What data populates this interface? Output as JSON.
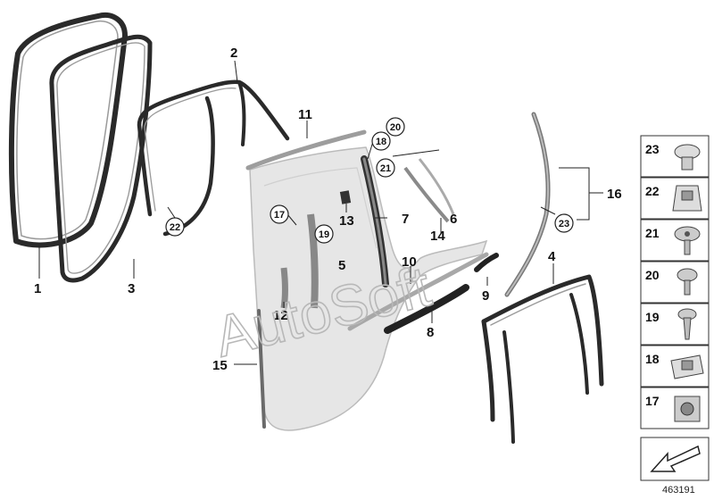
{
  "callouts": [
    {
      "id": "1",
      "label": "1"
    },
    {
      "id": "2",
      "label": "2"
    },
    {
      "id": "3",
      "label": "3"
    },
    {
      "id": "4",
      "label": "4"
    },
    {
      "id": "5",
      "label": "5"
    },
    {
      "id": "6",
      "label": "6"
    },
    {
      "id": "7",
      "label": "7"
    },
    {
      "id": "8",
      "label": "8"
    },
    {
      "id": "9",
      "label": "9"
    },
    {
      "id": "10",
      "label": "10"
    },
    {
      "id": "11",
      "label": "11"
    },
    {
      "id": "12",
      "label": "12"
    },
    {
      "id": "13",
      "label": "13"
    },
    {
      "id": "14",
      "label": "14"
    },
    {
      "id": "15",
      "label": "15"
    },
    {
      "id": "16",
      "label": "16"
    }
  ],
  "circled": [
    {
      "id": "c20",
      "label": "20"
    },
    {
      "id": "c18",
      "label": "18"
    },
    {
      "id": "c21",
      "label": "21"
    },
    {
      "id": "c17",
      "label": "17"
    },
    {
      "id": "c19",
      "label": "19"
    },
    {
      "id": "c22",
      "label": "22"
    },
    {
      "id": "c23",
      "label": "23"
    }
  ],
  "fastener_panel": [
    {
      "id": "p23",
      "label": "23",
      "icon": "clip-icon"
    },
    {
      "id": "p22",
      "label": "22",
      "icon": "nut-clip-icon"
    },
    {
      "id": "p21",
      "label": "21",
      "icon": "torx-screw-icon"
    },
    {
      "id": "p20",
      "label": "20",
      "icon": "pan-screw-icon"
    },
    {
      "id": "p19",
      "label": "19",
      "icon": "self-tapping-screw-icon"
    },
    {
      "id": "p18",
      "label": "18",
      "icon": "bracket-clip-icon"
    },
    {
      "id": "p17",
      "label": "17",
      "icon": "expanding-nut-icon"
    }
  ],
  "arrow_icon": "direction-arrow-icon",
  "watermark": "AutoSoft",
  "diagram_id": "463191",
  "colors": {
    "line": "#2a2a2a",
    "panel_border": "#333333",
    "door": "#e6e6e6"
  }
}
